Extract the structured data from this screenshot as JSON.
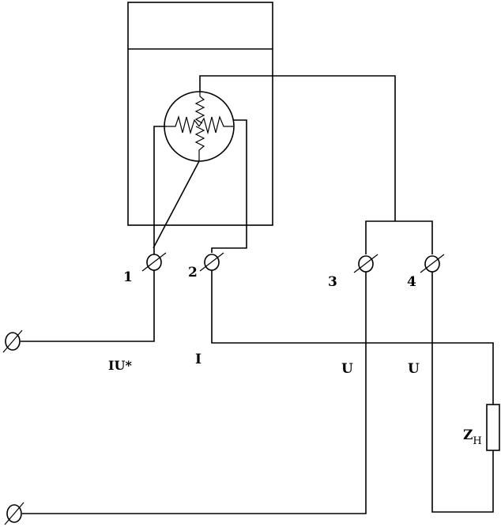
{
  "diagram": {
    "terminals": {
      "t1": "1",
      "t2": "2",
      "t3": "3",
      "t4": "4"
    },
    "labels": {
      "iu_star": "IU*",
      "i": "I",
      "u_left": "U",
      "u_right": "U",
      "load_z": "Z",
      "load_sub": "H"
    },
    "icons": {
      "terminal": "terminal-clamp-icon",
      "input_terminal": "input-terminal-icon",
      "load": "load-resistor-icon",
      "meter": "meter-mechanism-icon"
    }
  }
}
